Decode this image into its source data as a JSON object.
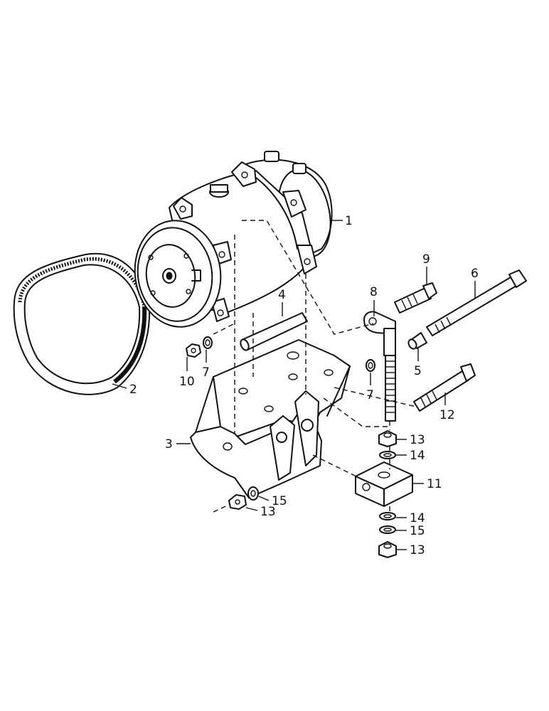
{
  "callouts": [
    {
      "id": "p1",
      "text": "1"
    },
    {
      "id": "p2",
      "text": "2"
    },
    {
      "id": "p3",
      "text": "3"
    },
    {
      "id": "p4",
      "text": "4"
    },
    {
      "id": "p5",
      "text": "5"
    },
    {
      "id": "p6",
      "text": "6"
    },
    {
      "id": "p7a",
      "text": "7"
    },
    {
      "id": "p7b",
      "text": "7"
    },
    {
      "id": "p8",
      "text": "8"
    },
    {
      "id": "p9",
      "text": "9"
    },
    {
      "id": "p10",
      "text": "10"
    },
    {
      "id": "p11",
      "text": "11"
    },
    {
      "id": "p12",
      "text": "12"
    },
    {
      "id": "p13a",
      "text": "13"
    },
    {
      "id": "p13b",
      "text": "13"
    },
    {
      "id": "p13c",
      "text": "13"
    },
    {
      "id": "p14a",
      "text": "14"
    },
    {
      "id": "p14b",
      "text": "14"
    },
    {
      "id": "p15a",
      "text": "15"
    },
    {
      "id": "p15b",
      "text": "15"
    }
  ]
}
